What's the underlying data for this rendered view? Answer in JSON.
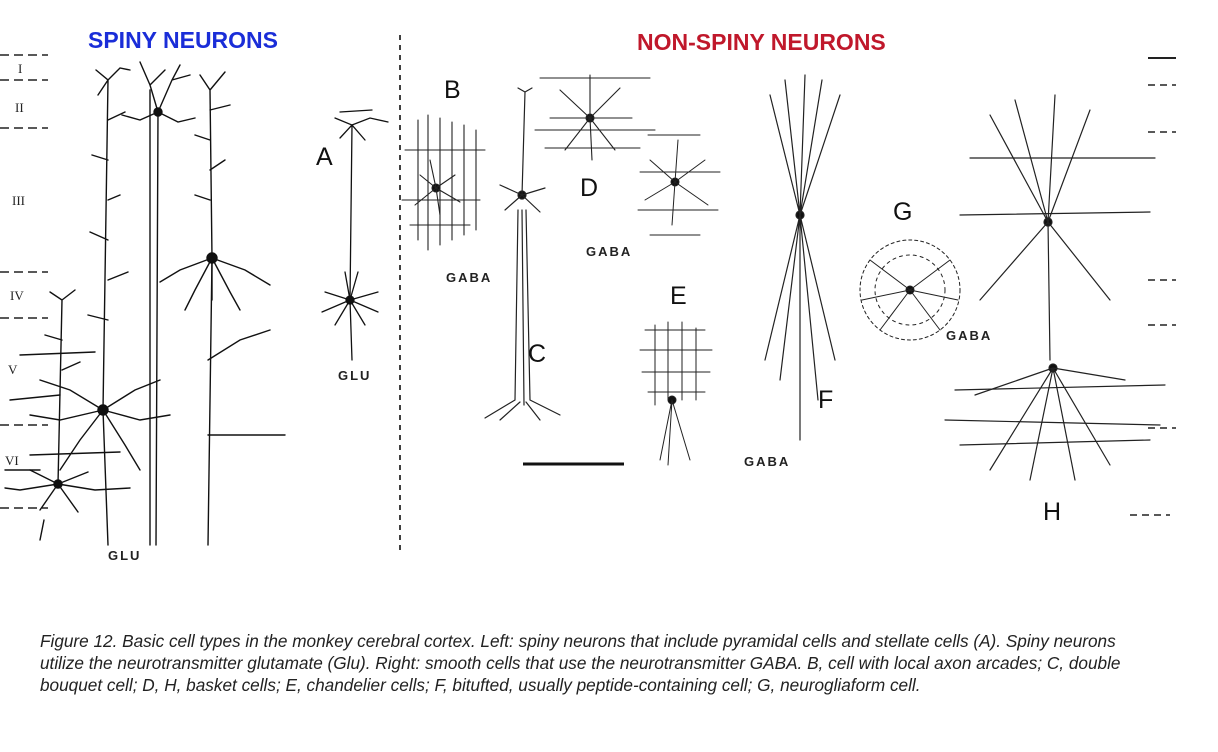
{
  "titles": {
    "spiny": "SPINY NEURONS",
    "non_spiny": "NON-SPINY NEURONS",
    "spiny_color": "#1a2dd8",
    "non_spiny_color": "#c0182b"
  },
  "layers": [
    "I",
    "II",
    "III",
    "IV",
    "V",
    "VI"
  ],
  "cell_letters": {
    "A": "A",
    "B": "B",
    "C": "C",
    "D": "D",
    "E": "E",
    "F": "F",
    "G": "G",
    "H": "H"
  },
  "neurotransmitter_tags": {
    "spiny_glu": "GLU",
    "a_glu": "GLU",
    "b_gaba": "GABA",
    "d_gaba": "GABA",
    "f_gaba": "GABA",
    "g_gaba": "GABA"
  },
  "caption": "Figure 12. Basic cell types in the monkey cerebral cortex. Left: spiny neurons that include pyramidal cells and stellate cells (A). Spiny neurons utilize the neurotransmitter glutamate (Glu). Right: smooth cells that use the neurotransmitter GABA. B, cell with local axon arcades; C, double bouquet cell; D, H, basket cells; E, chandelier cells; F, bitufted, usually peptide-containing cell; G, neurogliaform cell."
}
